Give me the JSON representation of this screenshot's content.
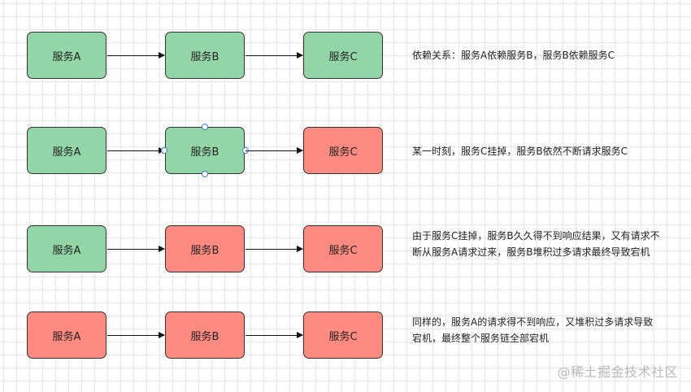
{
  "rows": [
    {
      "nodes": [
        {
          "label": "服务A",
          "color": "#92d6a8"
        },
        {
          "label": "服务B",
          "color": "#92d6a8"
        },
        {
          "label": "服务C",
          "color": "#92d6a8"
        }
      ],
      "note": "依赖关系：服务A依赖服务B，服务B依赖服务C"
    },
    {
      "nodes": [
        {
          "label": "服务A",
          "color": "#92d6a8"
        },
        {
          "label": "服务B",
          "color": "#92d6a8",
          "selected": true
        },
        {
          "label": "服务C",
          "color": "#ff8a80"
        }
      ],
      "note": "某一时刻，服务C挂掉，服务B依然不断请求服务C"
    },
    {
      "nodes": [
        {
          "label": "服务A",
          "color": "#92d6a8"
        },
        {
          "label": "服务B",
          "color": "#ff8a80"
        },
        {
          "label": "服务C",
          "color": "#ff8a80"
        }
      ],
      "note": "由于服务C挂掉，服务B久久得不到响应结果，又有请求不\n断从服务A请求过来，服务B堆积过多请求最终导致宕机"
    },
    {
      "nodes": [
        {
          "label": "服务A",
          "color": "#ff8a80"
        },
        {
          "label": "服务B",
          "color": "#ff8a80"
        },
        {
          "label": "服务C",
          "color": "#ff8a80"
        }
      ],
      "note": "同样的，服务A的请求得不到响应，又堆积过多请求导致\n宕机，最终整个服务链全部宕机"
    }
  ],
  "colors": {
    "healthy": "#92d6a8",
    "down": "#ff8a80"
  },
  "watermark": "@稀土掘金技术社区"
}
